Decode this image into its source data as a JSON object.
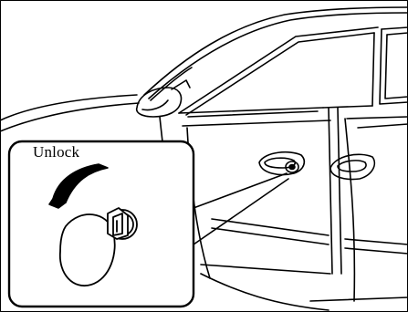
{
  "callout": {
    "label": "Unlock"
  },
  "colors": {
    "line": "#000000",
    "background": "#ffffff"
  },
  "icons": [
    "car-body",
    "side-mirror",
    "door-handle-front",
    "door-handle-rear",
    "key-icon",
    "curved-arrow-icon"
  ]
}
